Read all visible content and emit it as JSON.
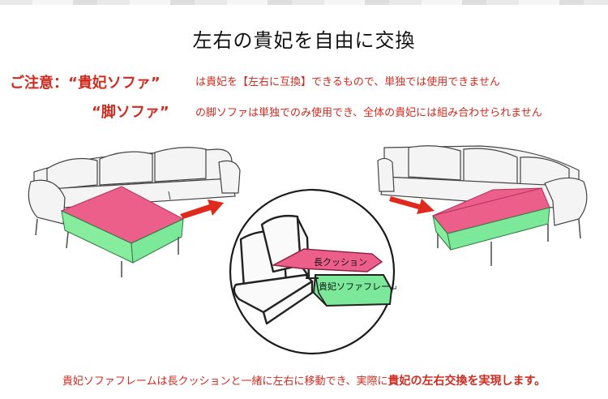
{
  "title": "左右の貴妃を自由に交換",
  "notice": {
    "label": "ご注意：“貴妃ソファ”",
    "text": "は貴妃を【左右に互換】できるもので、単独では使用できません"
  },
  "leg_notice": {
    "label": "“脚ソファ”",
    "text": "の脚ソファは単独でのみ使用でき、全体の貴妃には組み合わせられません"
  },
  "diagram": {
    "cushion_label": "長クッション",
    "frame_label": "貴妃ソファフレーム"
  },
  "footer": {
    "text": "貴妃ソファフレームは長クッションと一緒に左右に移動でき、実際に",
    "emphasis": "貴妃の左右交換を実現します。"
  },
  "colors": {
    "accent_red": "#d12a1f",
    "cushion_pink": "#ec5f8a",
    "frame_green": "#7be89a"
  }
}
